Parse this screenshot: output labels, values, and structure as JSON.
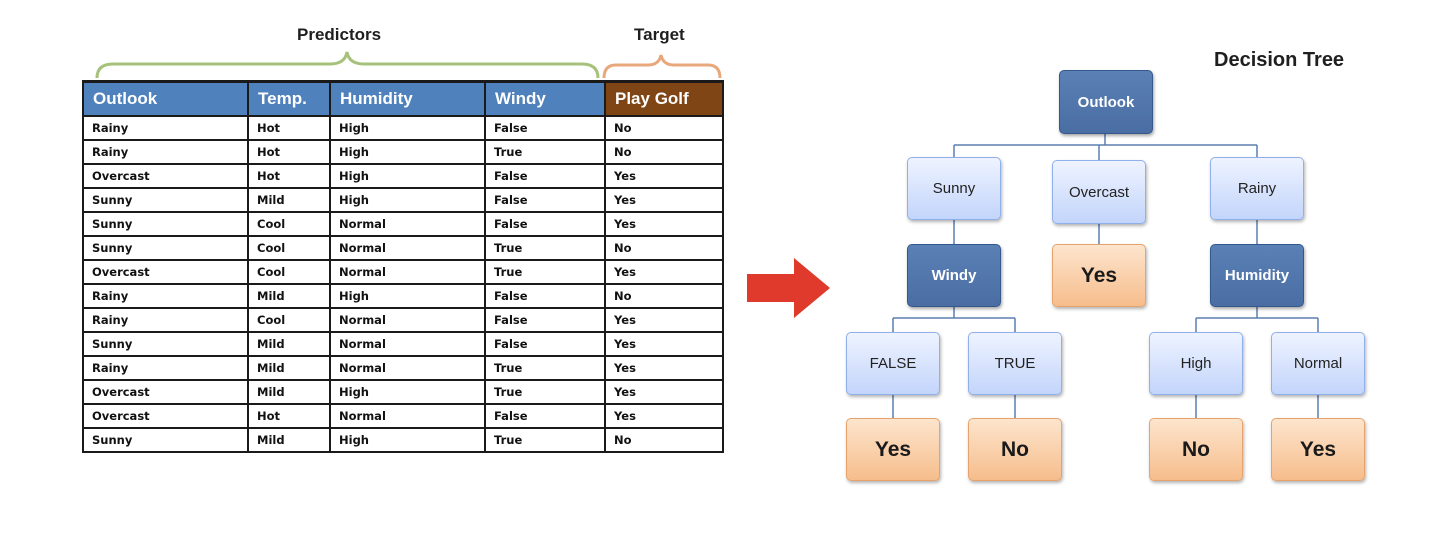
{
  "labels": {
    "predictors": "Predictors",
    "target": "Target"
  },
  "table": {
    "headers": [
      "Outlook",
      "Temp.",
      "Humidity",
      "Windy",
      "Play Golf"
    ],
    "rows": [
      [
        "Rainy",
        "Hot",
        "High",
        "False",
        "No"
      ],
      [
        "Rainy",
        "Hot",
        "High",
        "True",
        "No"
      ],
      [
        "Overcast",
        "Hot",
        "High",
        "False",
        "Yes"
      ],
      [
        "Sunny",
        "Mild",
        "High",
        "False",
        "Yes"
      ],
      [
        "Sunny",
        "Cool",
        "Normal",
        "False",
        "Yes"
      ],
      [
        "Sunny",
        "Cool",
        "Normal",
        "True",
        "No"
      ],
      [
        "Overcast",
        "Cool",
        "Normal",
        "True",
        "Yes"
      ],
      [
        "Rainy",
        "Mild",
        "High",
        "False",
        "No"
      ],
      [
        "Rainy",
        "Cool",
        "Normal",
        "False",
        "Yes"
      ],
      [
        "Sunny",
        "Mild",
        "Normal",
        "False",
        "Yes"
      ],
      [
        "Rainy",
        "Mild",
        "Normal",
        "True",
        "Yes"
      ],
      [
        "Overcast",
        "Mild",
        "High",
        "True",
        "Yes"
      ],
      [
        "Overcast",
        "Hot",
        "Normal",
        "False",
        "Yes"
      ],
      [
        "Sunny",
        "Mild",
        "High",
        "True",
        "No"
      ]
    ]
  },
  "tree": {
    "title": "Decision Tree",
    "root": "Outlook",
    "branches": {
      "sunny": "Sunny",
      "overcast": "Overcast",
      "rainy": "Rainy"
    },
    "sunny_split": "Windy",
    "rainy_split": "Humidity",
    "overcast_leaf": "Yes",
    "windy_values": {
      "false": "FALSE",
      "true": "TRUE"
    },
    "humidity_values": {
      "high": "High",
      "normal": "Normal"
    },
    "leaves": {
      "false": "Yes",
      "true": "No",
      "high": "No",
      "normal": "Yes"
    }
  },
  "colors": {
    "header_blue": "#4f81bd",
    "header_target": "#7f4515",
    "predictor_brace": "#9bbb59",
    "target_brace": "#e8a87c",
    "arrow": "#e0302a"
  }
}
